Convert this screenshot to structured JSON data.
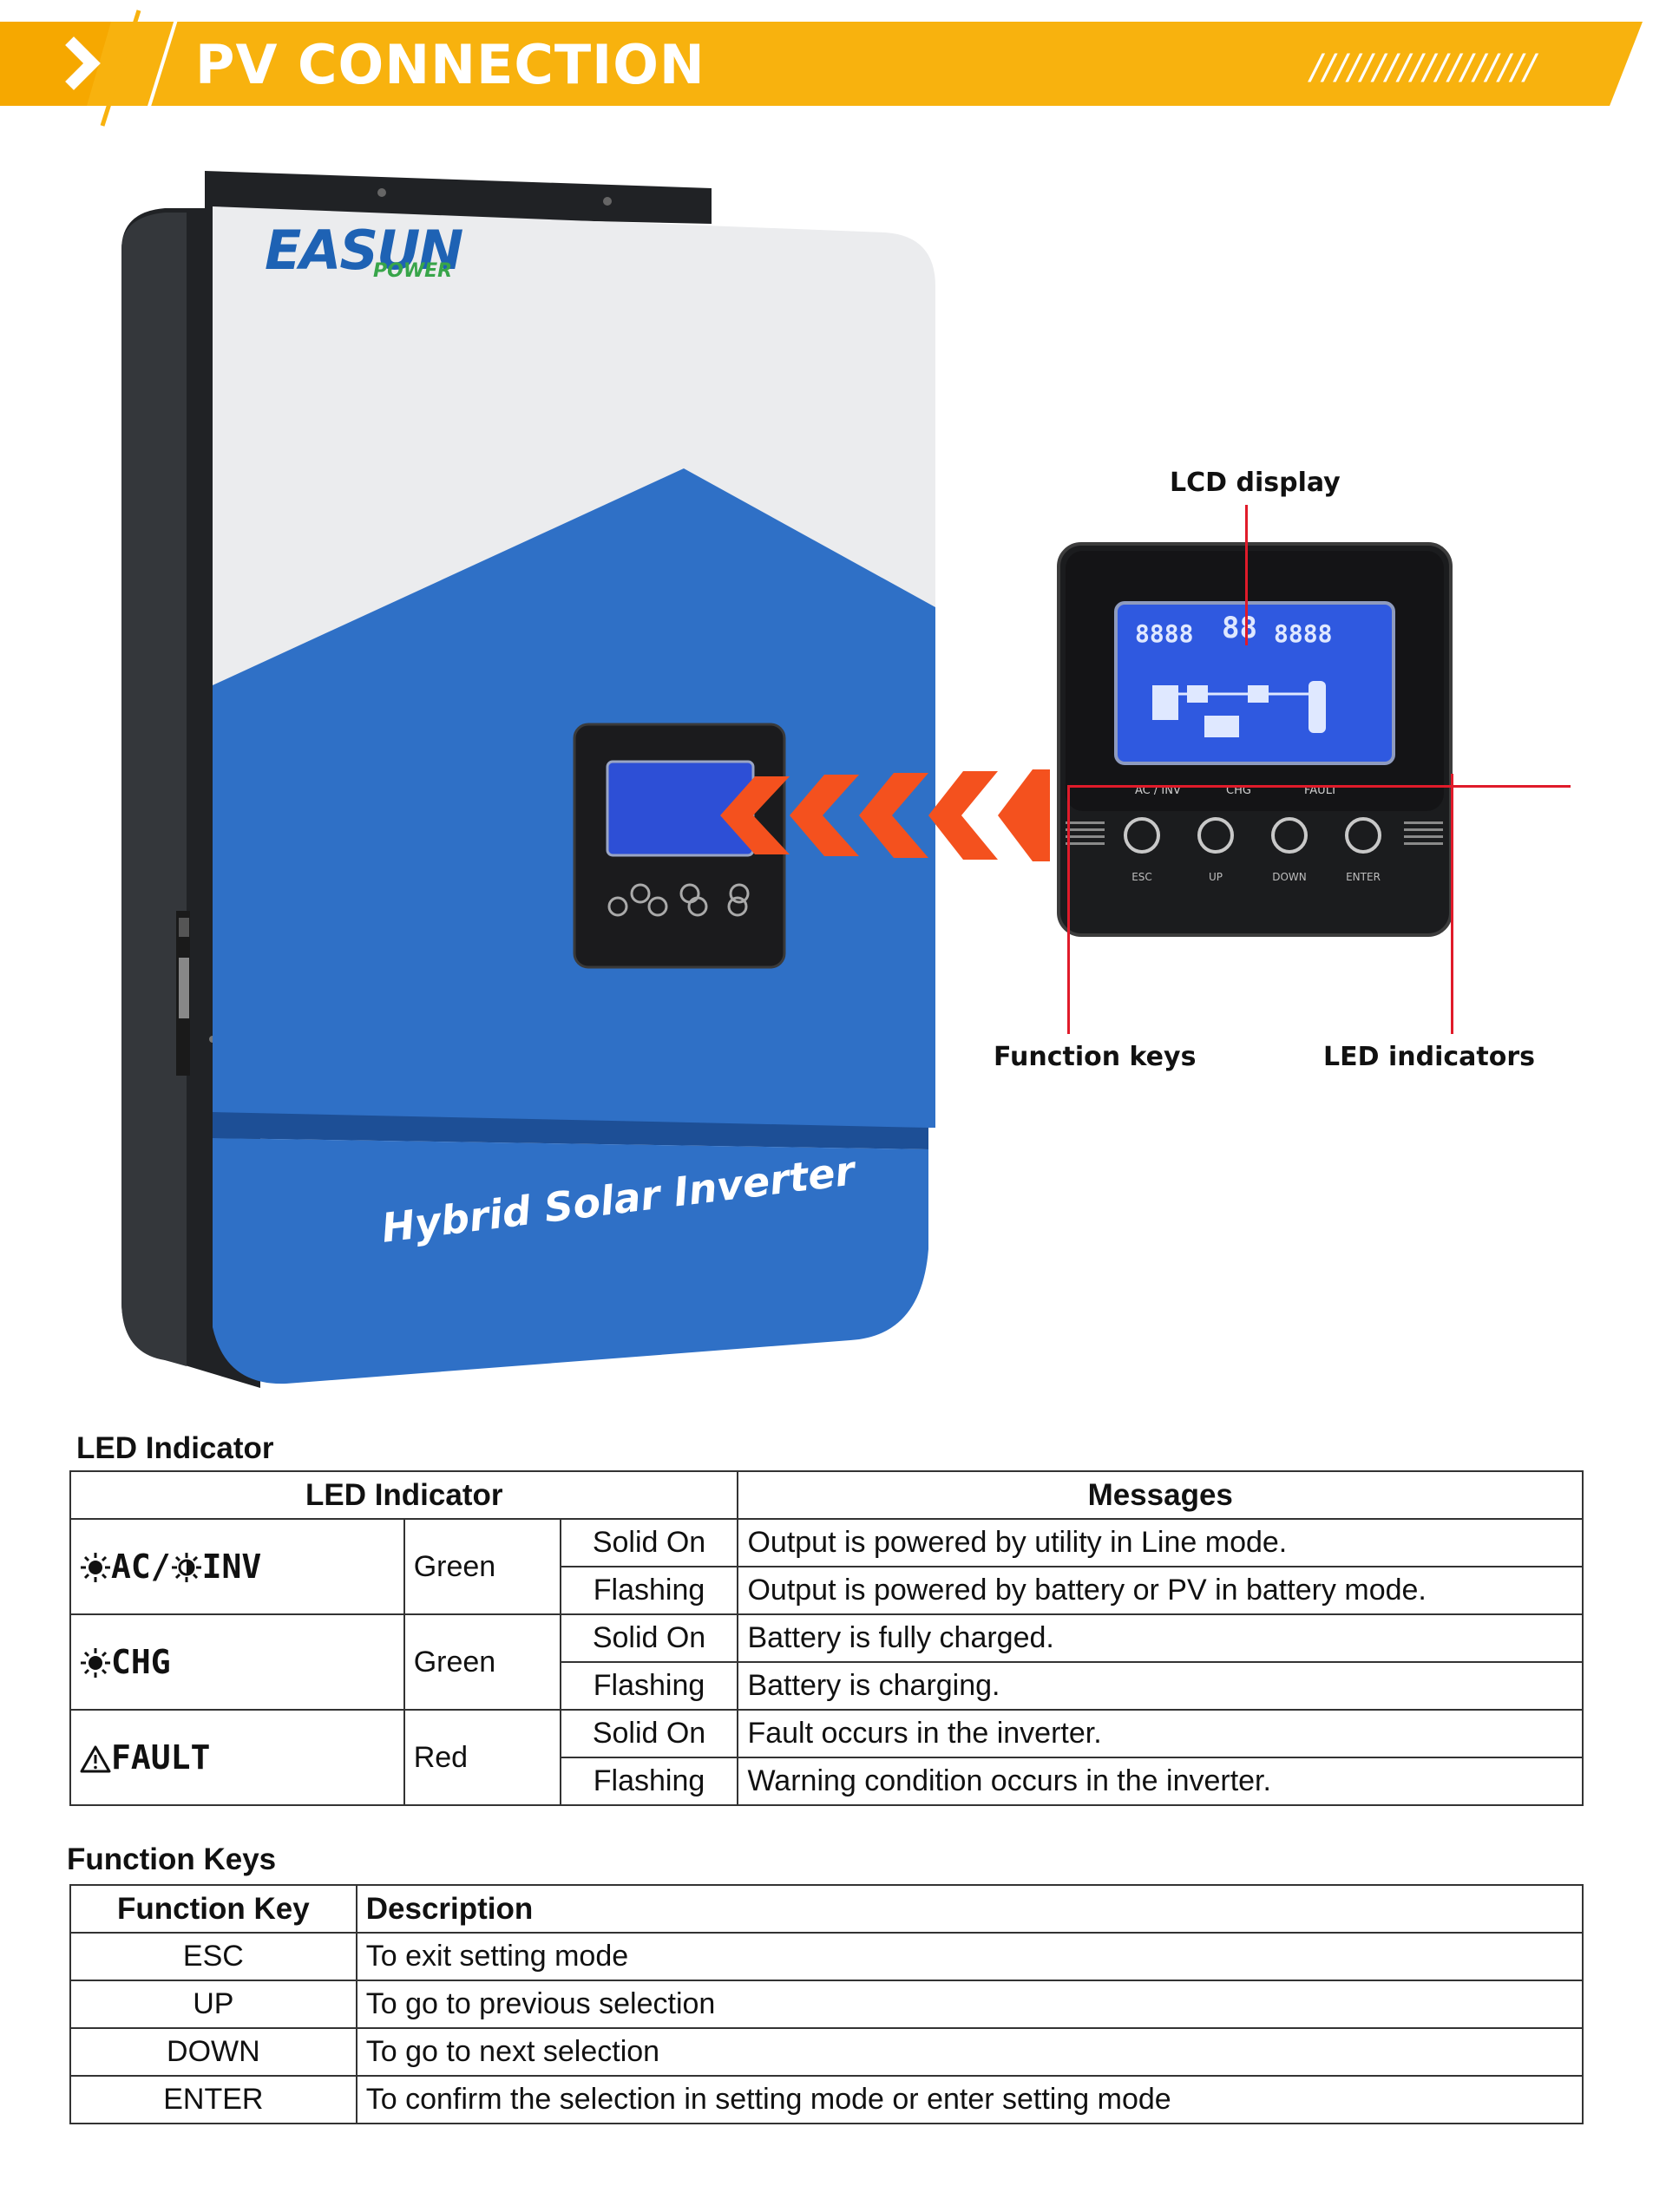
{
  "banner": {
    "title": "PV CONNECTION",
    "stripes": "//////////////////",
    "color": "#f8b20e"
  },
  "product": {
    "brand_main": "EASUN",
    "brand_sub": "POWER",
    "name": "Hybrid Solar Inverter",
    "body_color": "#2f70c6",
    "top_color": "#ebecee"
  },
  "panel_callouts": {
    "lcd": "LCD display",
    "keys": "Function keys",
    "led": "LED indicators"
  },
  "panel_buttons": [
    "ESC",
    "UP",
    "DOWN",
    "ENTER"
  ],
  "panel_leds": [
    "AC / INV",
    "CHG",
    "FAULT"
  ],
  "led_section": {
    "title": "LED Indicator",
    "headers": [
      "LED Indicator",
      "Messages"
    ],
    "rows": [
      {
        "led": "AC/",
        "led_b": "INV",
        "color": "Green",
        "states": [
          {
            "state": "Solid On",
            "message": "Output is powered by utility in Line mode."
          },
          {
            "state": "Flashing",
            "message": "Output is powered by battery or PV in battery mode."
          }
        ]
      },
      {
        "led": "CHG",
        "color": "Green",
        "states": [
          {
            "state": "Solid On",
            "message": "Battery is fully charged."
          },
          {
            "state": "Flashing",
            "message": "Battery is charging."
          }
        ]
      },
      {
        "led": "FAULT",
        "color": "Red",
        "states": [
          {
            "state": "Solid On",
            "message": "Fault occurs in the inverter."
          },
          {
            "state": "Flashing",
            "message": "Warning condition occurs in the inverter."
          }
        ]
      }
    ]
  },
  "function_keys": {
    "title": "Function Keys",
    "headers": [
      "Function Key",
      "Description"
    ],
    "rows": [
      {
        "key": "ESC",
        "description": "To exit setting mode"
      },
      {
        "key": "UP",
        "description": "To go to previous selection"
      },
      {
        "key": "DOWN",
        "description": "To go to next selection"
      },
      {
        "key": "ENTER",
        "description": "To confirm the selection in setting mode or enter setting mode"
      }
    ]
  }
}
